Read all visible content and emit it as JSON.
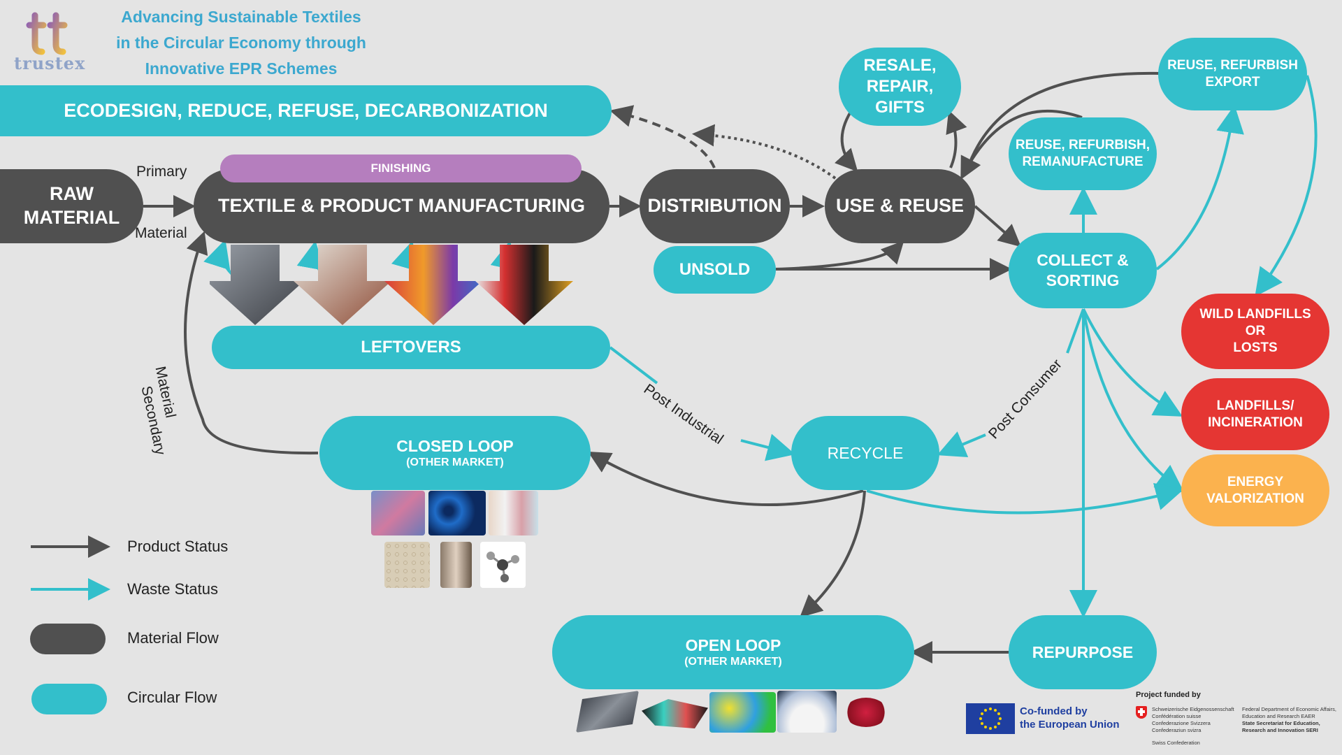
{
  "header": {
    "logo_text": "trustex",
    "title_lines": [
      "Advancing Sustainable Textiles",
      "in the Circular Economy through",
      "Innovative EPR Schemes"
    ]
  },
  "nodes": {
    "ecodesign": "ECODESIGN, REDUCE, REFUSE, DECARBONIZATION",
    "raw_material": [
      "RAW",
      "MATERIAL"
    ],
    "finishing": "FINISHING",
    "manufacturing": "TEXTILE & PRODUCT MANUFACTURING",
    "distribution": "DISTRIBUTION",
    "use_reuse": "USE & REUSE",
    "resale": [
      "RESALE,",
      "REPAIR,",
      "GIFTS"
    ],
    "reuse_refurbish_export": [
      "REUSE, REFURBISH",
      "EXPORT"
    ],
    "reuse_refurbish_remanufacture": [
      "REUSE, REFURBISH,",
      "REMANUFACTURE"
    ],
    "unsold": "UNSOLD",
    "collect_sorting": [
      "COLLECT &",
      "SORTING"
    ],
    "leftovers": "LEFTOVERS",
    "wild_landfills": [
      "WILD LANDFILLS",
      "OR",
      "LOSTS"
    ],
    "landfills": [
      "LANDFILLS/",
      "INCINERATION"
    ],
    "energy": [
      "ENERGY",
      "VALORIZATION"
    ],
    "closed_loop": "CLOSED LOOP",
    "closed_loop_sub": "(OTHER MARKET)",
    "recycle": "RECYCLE",
    "open_loop": "OPEN LOOP",
    "open_loop_sub": "(OTHER MARKET)",
    "repurpose": "REPURPOSE"
  },
  "edge_labels": {
    "primary": "Primary",
    "material": "Material",
    "secondary": "Secondary",
    "secondary_material": "Material",
    "post_industrial": "Post Industrial",
    "post_consumer": "Post Consumer"
  },
  "legend": [
    {
      "label": "Product Status"
    },
    {
      "label": "Waste Status"
    },
    {
      "label": "Material Flow"
    },
    {
      "label": "Circular Flow"
    }
  ],
  "footer": {
    "project_funded_by": "Project funded by",
    "eu_line1": "Co-funded by",
    "eu_line2": "the European Union",
    "swiss_lines": [
      "Schweizerische Eidgenossenschaft",
      "Confédération suisse",
      "Confederazione Svizzera",
      "Confederaziun svizra"
    ],
    "swiss_confed": "Swiss Confederation",
    "fdea_lines": [
      "Federal Department of Economic Affairs,",
      "Education and Research EAER",
      "State Secretariat for Education,",
      "Research and Innovation SERI"
    ]
  },
  "colors": {
    "product_status": "#505050",
    "waste_status": "#33bfcb",
    "material_flow": "#505050",
    "circular_flow": "#33bfcb",
    "landfill": "#e53633",
    "energy": "#fbb24e",
    "finishing": "#b57ebe",
    "title": "#3ca8cf"
  }
}
